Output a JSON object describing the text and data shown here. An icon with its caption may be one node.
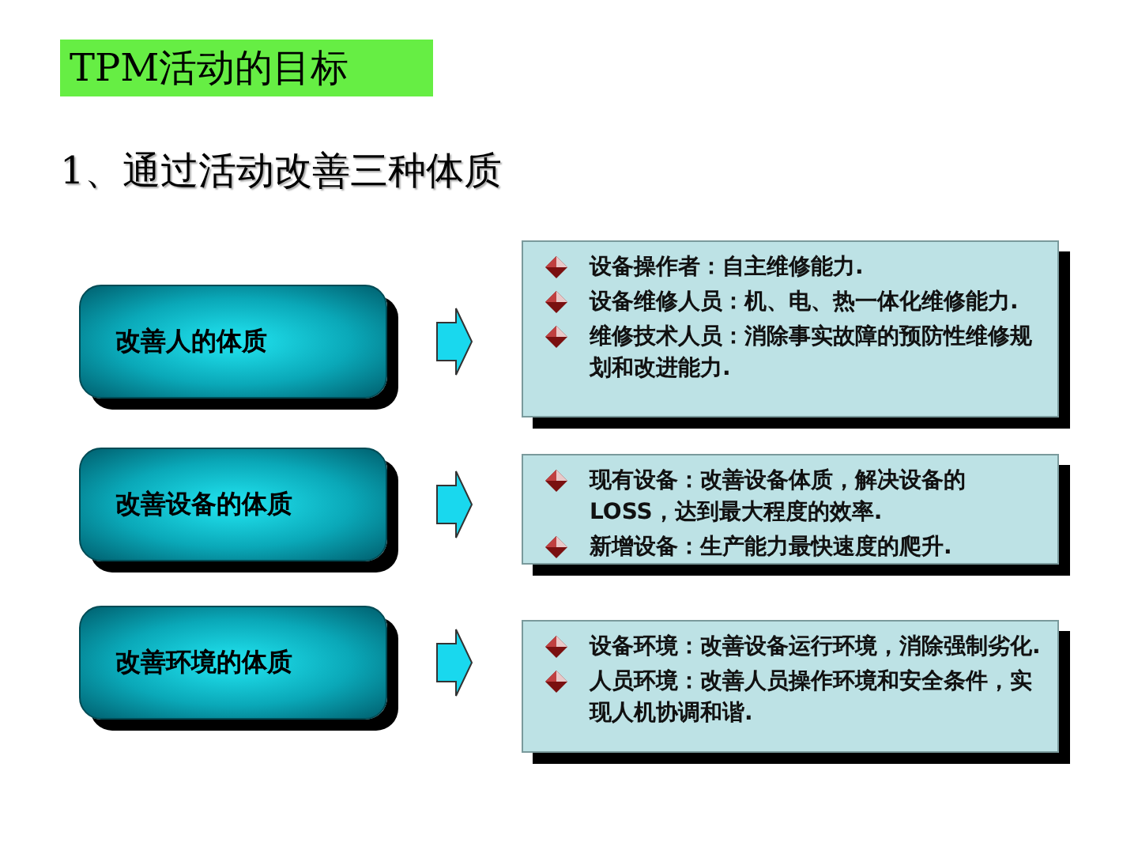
{
  "diagram": {
    "title": "TPM活动的目标",
    "nodes": [
      {
        "text": [
          "改善人的体质"
        ]
      },
      {
        "text": [
          "设备操作者：自主维修能力.",
          "设备维修人员：机、电、热一体化维修能力.",
          "维修技术人员：消除事实故障的预防性维修规划和改进能力."
        ]
      },
      {
        "text": [
          "改善设备的体质"
        ]
      },
      {
        "text": [
          "现有设备：改善设备体质，解决设备的LOSS，达到最大程度的效率.",
          "新增设备：生产能力最快速度的爬升."
        ]
      },
      {
        "text": [
          "改善环境的体质"
        ]
      },
      {
        "text": [
          "设备环境：改善设备运行环境，消除强制劣化.",
          "人员环境：改善人员操作环境和安全条件，实现人机协调和谐."
        ]
      }
    ],
    "edges": [
      {
        "from": 0,
        "to": 1,
        "arrow": "to"
      },
      {
        "from": 2,
        "to": 3,
        "arrow": "to"
      },
      {
        "from": 4,
        "to": 5,
        "arrow": "to"
      }
    ],
    "labels": [
      "1、通过活动改善三种体质"
    ]
  }
}
